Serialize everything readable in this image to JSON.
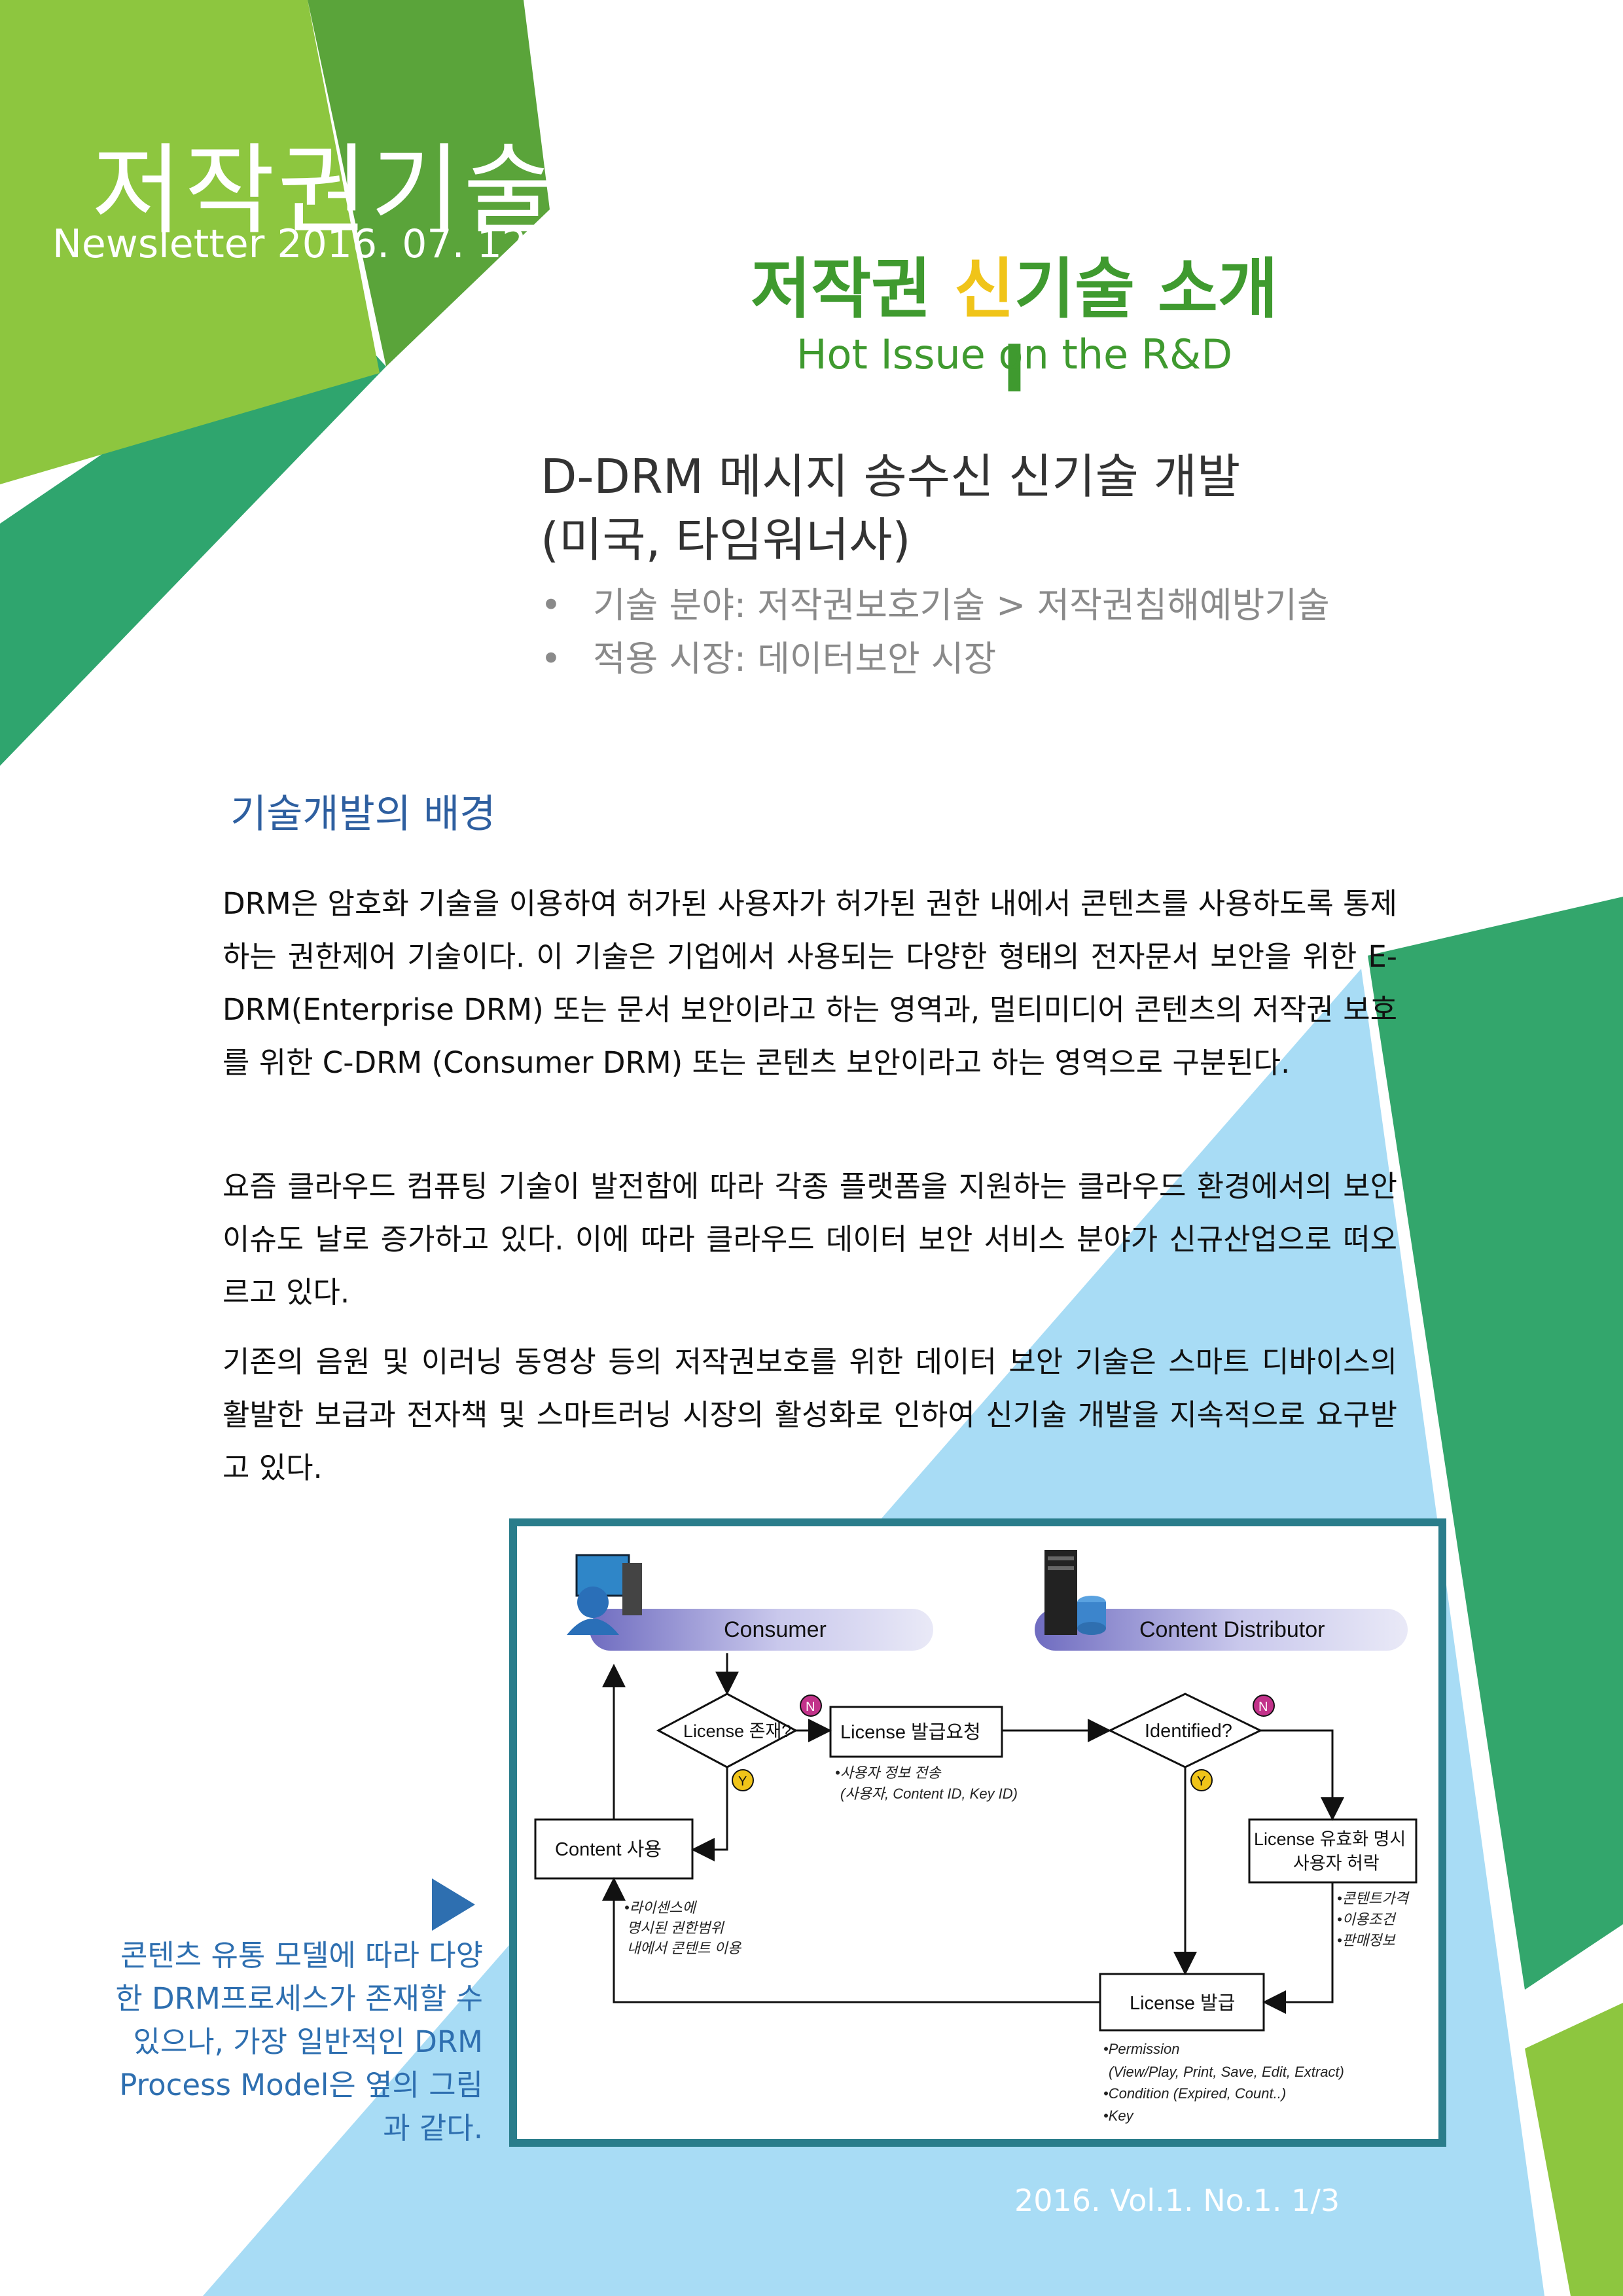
{
  "brand": {
    "title": "저작권기술",
    "subtitle": "Newsletter 2016. 07. 12"
  },
  "hot": {
    "title_pre": "저작권 ",
    "title_hl": "신",
    "title_post": "기술 소개 I",
    "subtitle": "Hot Issue on the R&D"
  },
  "headline": {
    "line1": "D-DRM 메시지 송수신 신기술 개발",
    "line2": "(미국, 타임워너사)"
  },
  "meta": [
    {
      "bullet": "•",
      "text": "기술 분야: 저작권보호기술 > 저작권침해예방기술"
    },
    {
      "bullet": "•",
      "text": "적용 시장: 데이터보안 시장"
    }
  ],
  "section": {
    "title": "기술개발의 배경"
  },
  "paragraphs": [
    "DRM은 암호화 기술을 이용하여 허가된 사용자가 허가된 권한 내에서 콘텐츠를 사용하도록 통제하는 권한제어 기술이다.   이 기술은 기업에서 사용되는 다양한 형태의 전자문서 보안을 위한 E-DRM(Enterprise DRM) 또는 문서 보안이라고 하는 영역과, 멀티미디어 콘텐츠의 저작권 보호를 위한 C-DRM (Consumer DRM) 또는 콘텐츠 보안이라고 하는 영역으로 구분된다.",
    "요즘 클라우드 컴퓨팅 기술이 발전함에 따라 각종 플랫폼을 지원하는 클라우드 환경에서의 보안 이슈도 날로 증가하고 있다. 이에 따라 클라우드 데이터 보안 서비스 분야가 신규산업으로 떠오르고 있다.",
    "기존의 음원 및 이러닝 동영상 등의 저작권보호를 위한 데이터 보안 기술은 스마트 디바이스의 활발한 보급과 전자책 및 스마트러닝 시장의 활성화로 인하여 신기술 개발을 지속적으로 요구받고 있다."
  ],
  "caption": "콘텐츠 유통 모델에 따라 다양한 DRM프로세스가 존재할 수 있으나, 가장 일반적인 DRM Process Model은 옆의 그림과 같다.",
  "diagram": {
    "consumer": "Consumer",
    "distributor": "Content Distributor",
    "license_exists": "License 존재?",
    "license_request": "License 발급요청",
    "request_note1": "•사용자 정보 전송",
    "request_note2": "(사용자, Content ID, Key ID)",
    "identified": "Identified?",
    "content_use": "Content 사용",
    "use_note1": "•라이센스에",
    "use_note2": "명시된 권한범위",
    "use_note3": "내에서 콘텐트 이용",
    "license_valid1": "License 유효화 명시",
    "license_valid2": "사용자 허락",
    "valid_note1": "•콘텐트가격",
    "valid_note2": "•이용조건",
    "valid_note3": "•판매정보",
    "license_issue": "License 발급",
    "issue_note1": "•Permission",
    "issue_note2": "(View/Play, Print, Save, Edit, Extract)",
    "issue_note3": "•Condition (Expired, Count..)",
    "issue_note4": "•Key",
    "badge_n": "N",
    "badge_y": "Y"
  },
  "footer": "2016.  Vol.1.  No.1.    1/3",
  "colors": {
    "light_green": "#8dc63f",
    "mid_green": "#5aa43a",
    "teal_green": "#2fa56e",
    "sky_blue": "#a8dcf5",
    "frame": "#2a7d8b",
    "heading_blue": "#2e5fa0"
  }
}
